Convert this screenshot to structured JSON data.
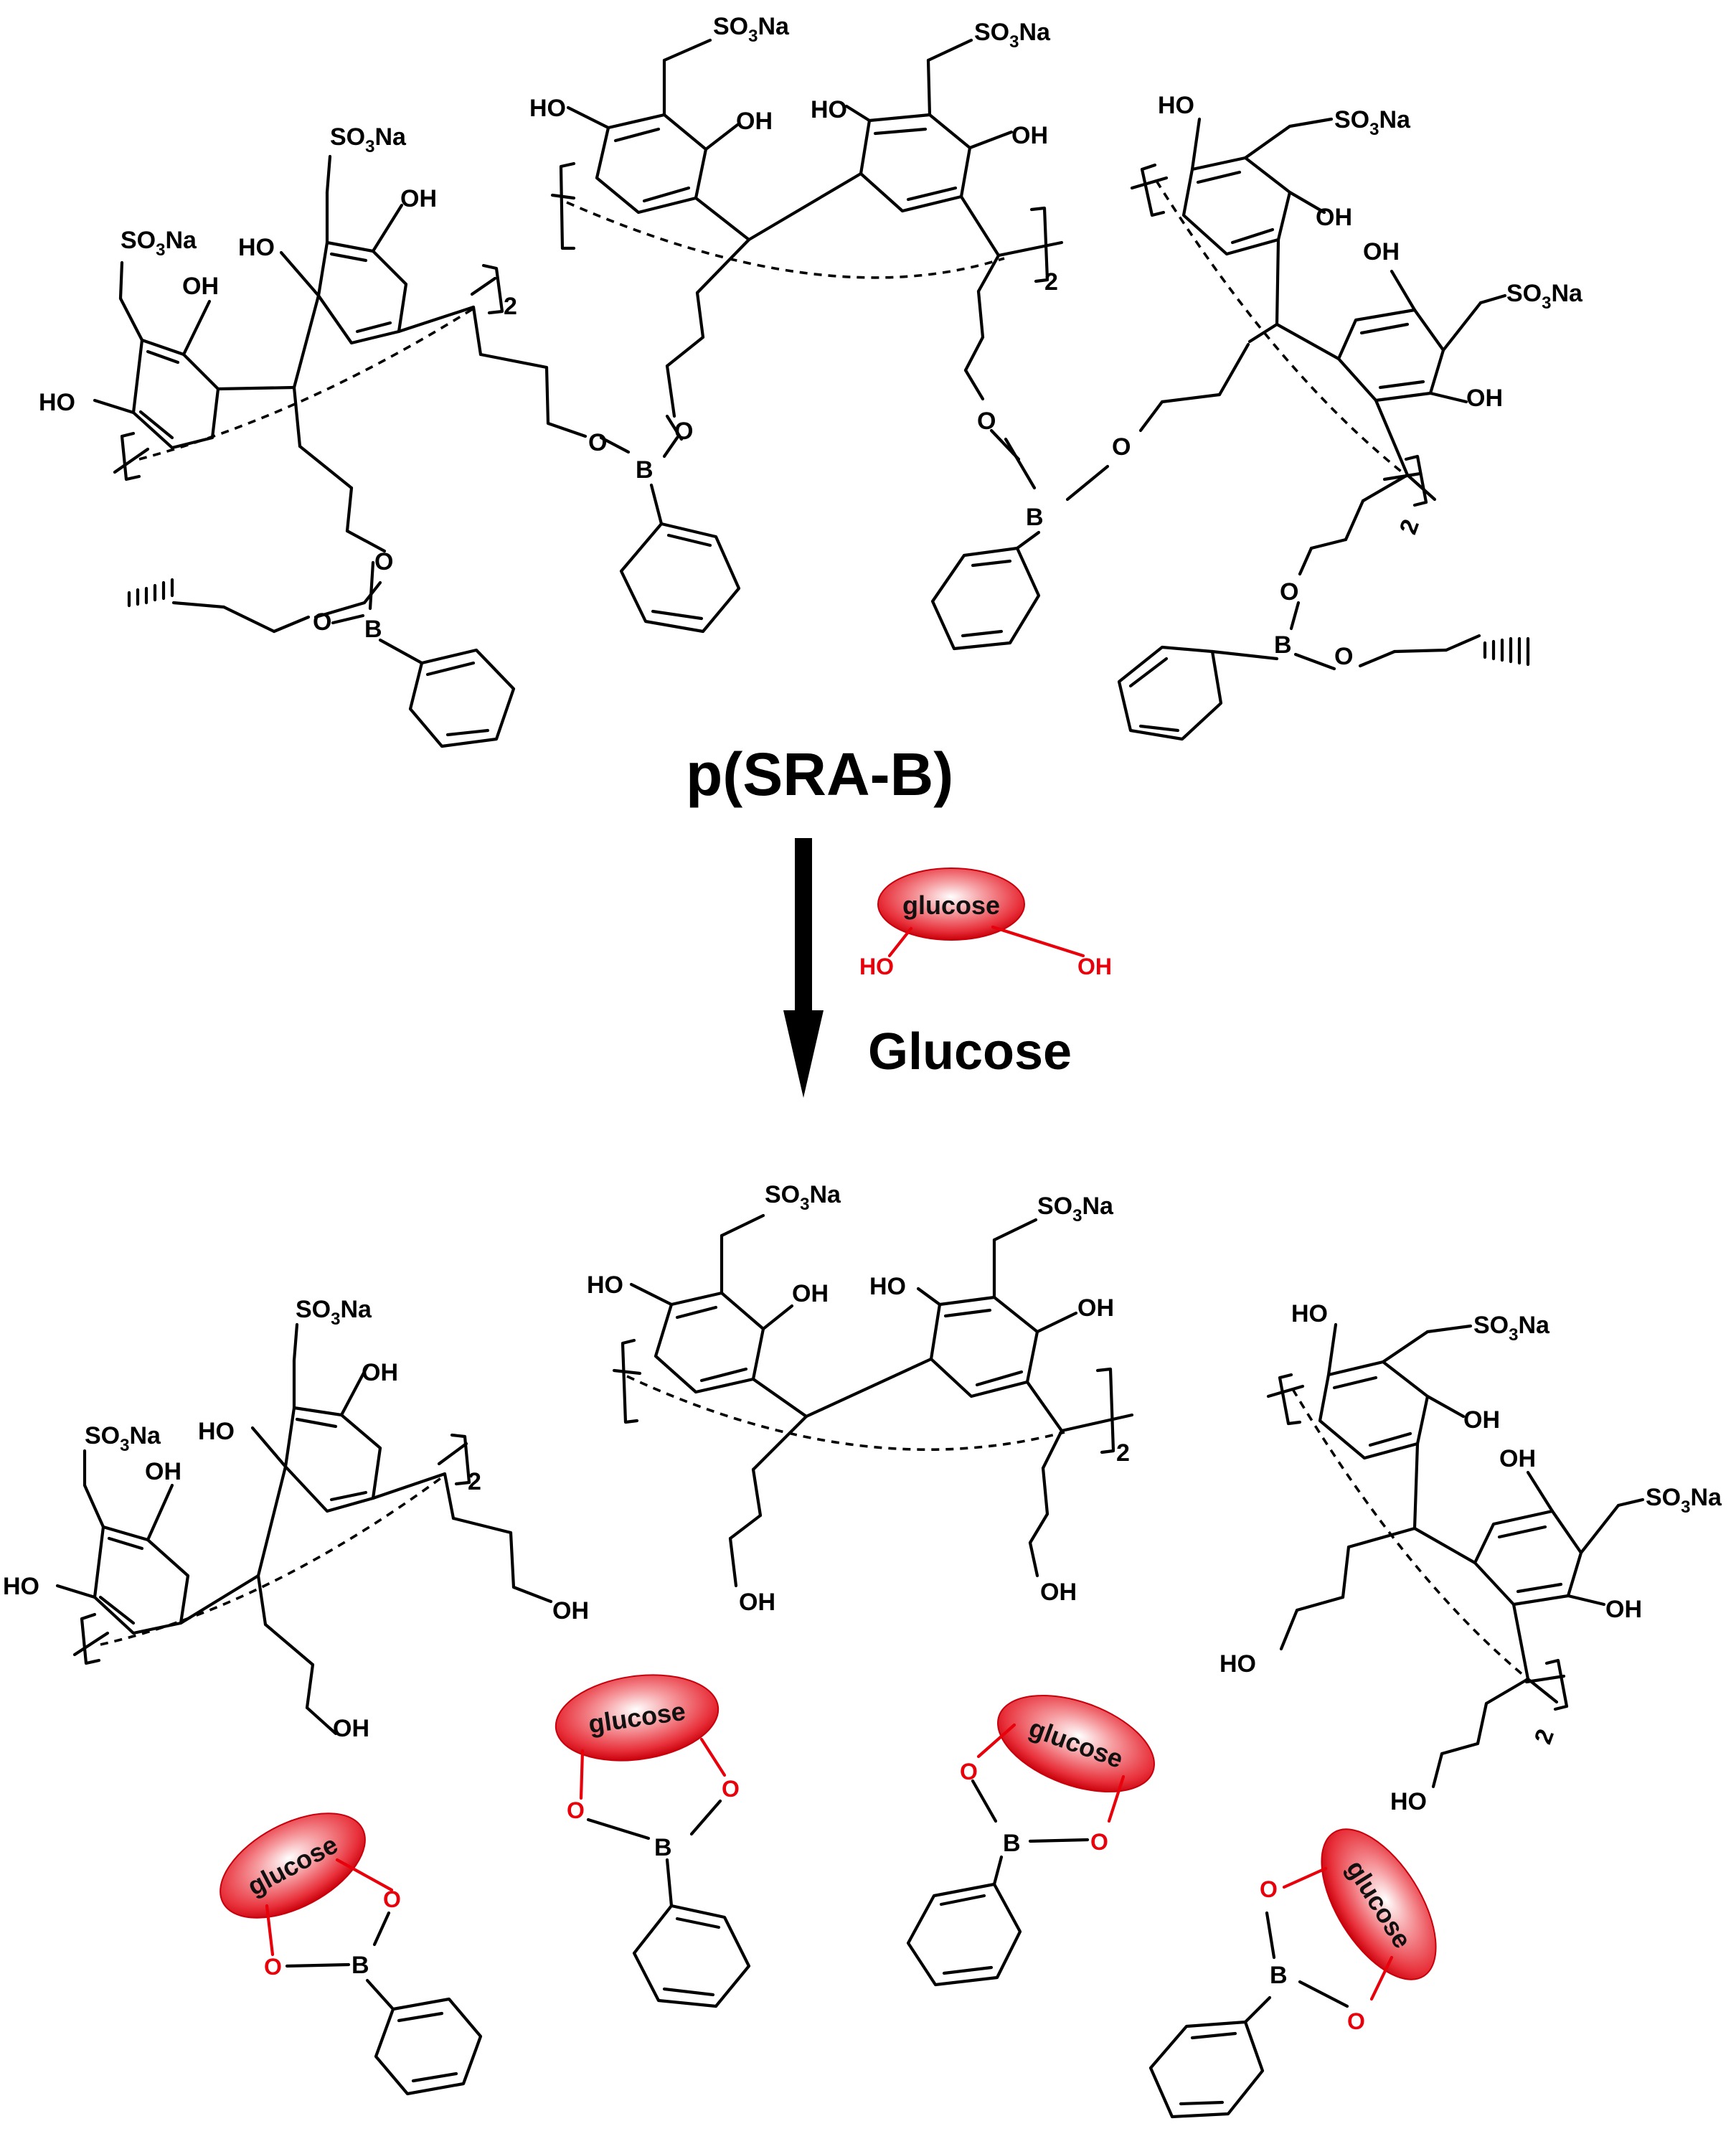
{
  "polymer_label": "p(SRA-B)",
  "reagent_label": "Glucose",
  "glucose_text": "glucose",
  "atoms": {
    "hydroxyl": "HO",
    "hydroxyl_right": "OH",
    "sulfonate_prefix": "SO",
    "sulfonate_subscript": "3",
    "sulfonate_suffix": "Na",
    "oxygen": "O",
    "boron": "B",
    "repeat_count": "2"
  },
  "colors": {
    "bond": "#000000",
    "glucose_fill": "#e8000b",
    "glucose_bond": "#e8000b"
  }
}
